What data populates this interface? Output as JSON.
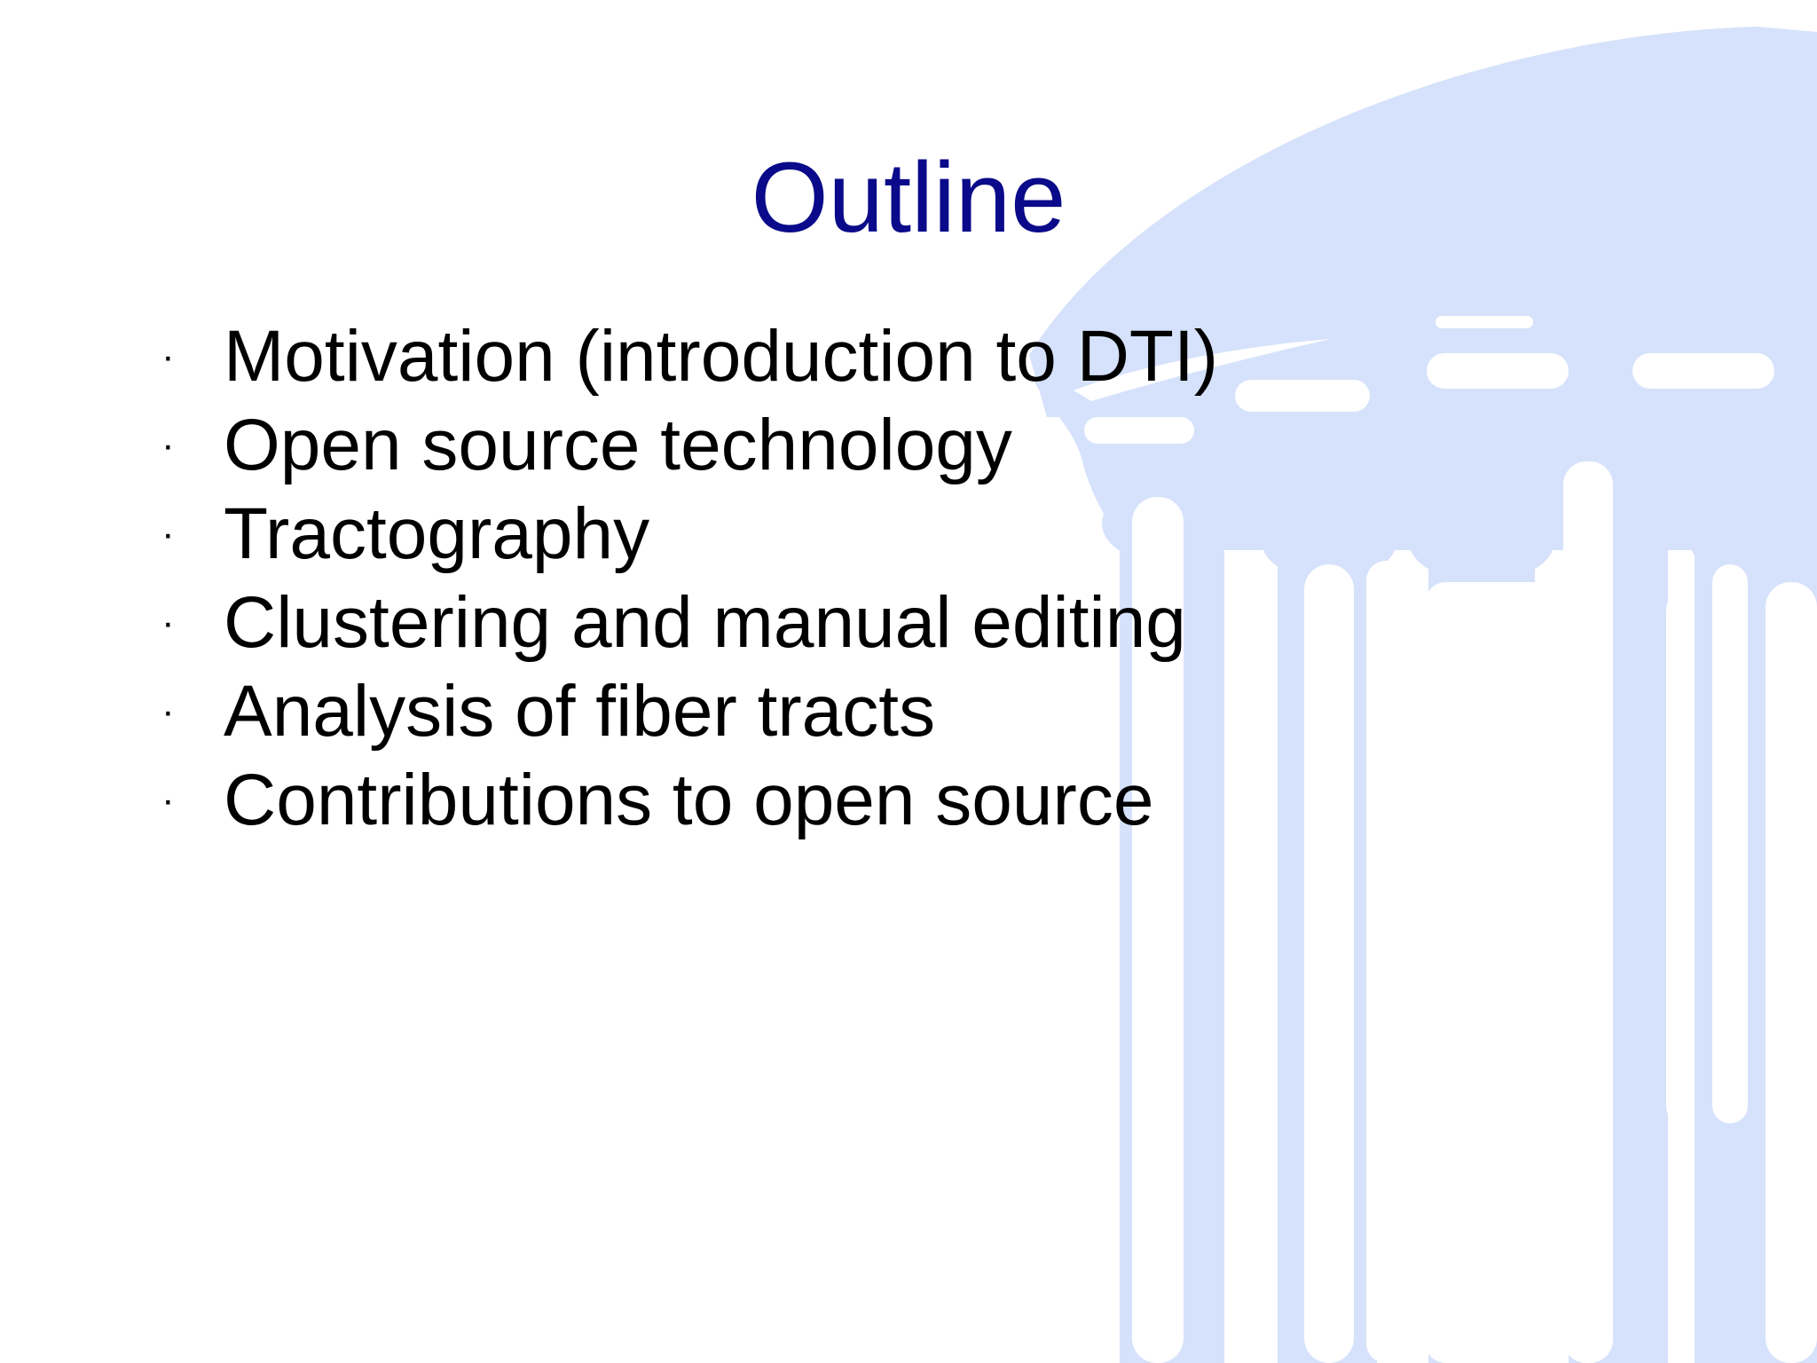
{
  "slide": {
    "title": "Outline",
    "bullet_glyph": "·",
    "bullets": [
      {
        "text": "Motivation (introduction to DTI)"
      },
      {
        "text": "Open source technology"
      },
      {
        "text": "Tractography"
      },
      {
        "text": "Clustering and manual editing"
      },
      {
        "text": "Analysis of fiber tracts"
      },
      {
        "text": "Contributions to open source"
      }
    ]
  },
  "colors": {
    "title": "#0a0a8a",
    "text": "#000000",
    "watermark": "#d6e2fb",
    "background": "#ffffff"
  },
  "watermark_icon": "columned-rotunda-icon"
}
